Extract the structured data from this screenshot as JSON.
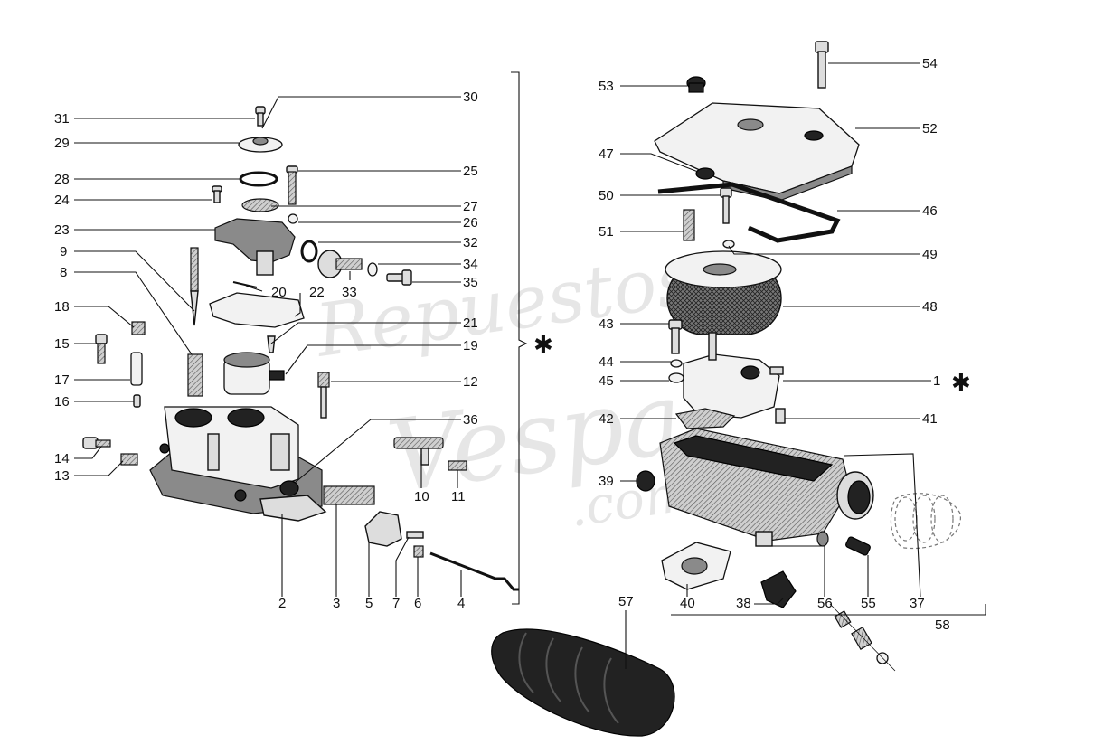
{
  "watermark": {
    "line1": "Repuestos",
    "line2": "Vespa",
    "line3": ".com"
  },
  "left_group_marker": "✱",
  "right_group_marker": "✱",
  "callouts": [
    {
      "id": "c31",
      "text": "31"
    },
    {
      "id": "c29",
      "text": "29"
    },
    {
      "id": "c28",
      "text": "28"
    },
    {
      "id": "c24",
      "text": "24"
    },
    {
      "id": "c23",
      "text": "23"
    },
    {
      "id": "c9",
      "text": "9"
    },
    {
      "id": "c8",
      "text": "8"
    },
    {
      "id": "c18",
      "text": "18"
    },
    {
      "id": "c15",
      "text": "15"
    },
    {
      "id": "c17",
      "text": "17"
    },
    {
      "id": "c16",
      "text": "16"
    },
    {
      "id": "c14",
      "text": "14"
    },
    {
      "id": "c13",
      "text": "13"
    },
    {
      "id": "c30",
      "text": "30"
    },
    {
      "id": "c25",
      "text": "25"
    },
    {
      "id": "c27",
      "text": "27"
    },
    {
      "id": "c26",
      "text": "26"
    },
    {
      "id": "c32",
      "text": "32"
    },
    {
      "id": "c34",
      "text": "34"
    },
    {
      "id": "c35",
      "text": "35"
    },
    {
      "id": "c33",
      "text": "33"
    },
    {
      "id": "c20",
      "text": "20"
    },
    {
      "id": "c22",
      "text": "22"
    },
    {
      "id": "c21",
      "text": "21"
    },
    {
      "id": "c19",
      "text": "19"
    },
    {
      "id": "c12",
      "text": "12"
    },
    {
      "id": "c36",
      "text": "36"
    },
    {
      "id": "c10",
      "text": "10"
    },
    {
      "id": "c11",
      "text": "11"
    },
    {
      "id": "c2",
      "text": "2"
    },
    {
      "id": "c3",
      "text": "3"
    },
    {
      "id": "c5",
      "text": "5"
    },
    {
      "id": "c7",
      "text": "7"
    },
    {
      "id": "c6",
      "text": "6"
    },
    {
      "id": "c4",
      "text": "4"
    },
    {
      "id": "c54",
      "text": "54"
    },
    {
      "id": "c53",
      "text": "53"
    },
    {
      "id": "c52",
      "text": "52"
    },
    {
      "id": "c47",
      "text": "47"
    },
    {
      "id": "c50",
      "text": "50"
    },
    {
      "id": "c46",
      "text": "46"
    },
    {
      "id": "c51",
      "text": "51"
    },
    {
      "id": "c49",
      "text": "49"
    },
    {
      "id": "c48",
      "text": "48"
    },
    {
      "id": "c43",
      "text": "43"
    },
    {
      "id": "c44",
      "text": "44"
    },
    {
      "id": "c45",
      "text": "45"
    },
    {
      "id": "c1",
      "text": "1"
    },
    {
      "id": "c42",
      "text": "42"
    },
    {
      "id": "c41",
      "text": "41"
    },
    {
      "id": "c37",
      "text": "37"
    },
    {
      "id": "c39",
      "text": "39"
    },
    {
      "id": "c40",
      "text": "40"
    },
    {
      "id": "c38",
      "text": "38"
    },
    {
      "id": "c56",
      "text": "56"
    },
    {
      "id": "c55",
      "text": "55"
    },
    {
      "id": "c58",
      "text": "58"
    },
    {
      "id": "c57",
      "text": "57"
    }
  ]
}
